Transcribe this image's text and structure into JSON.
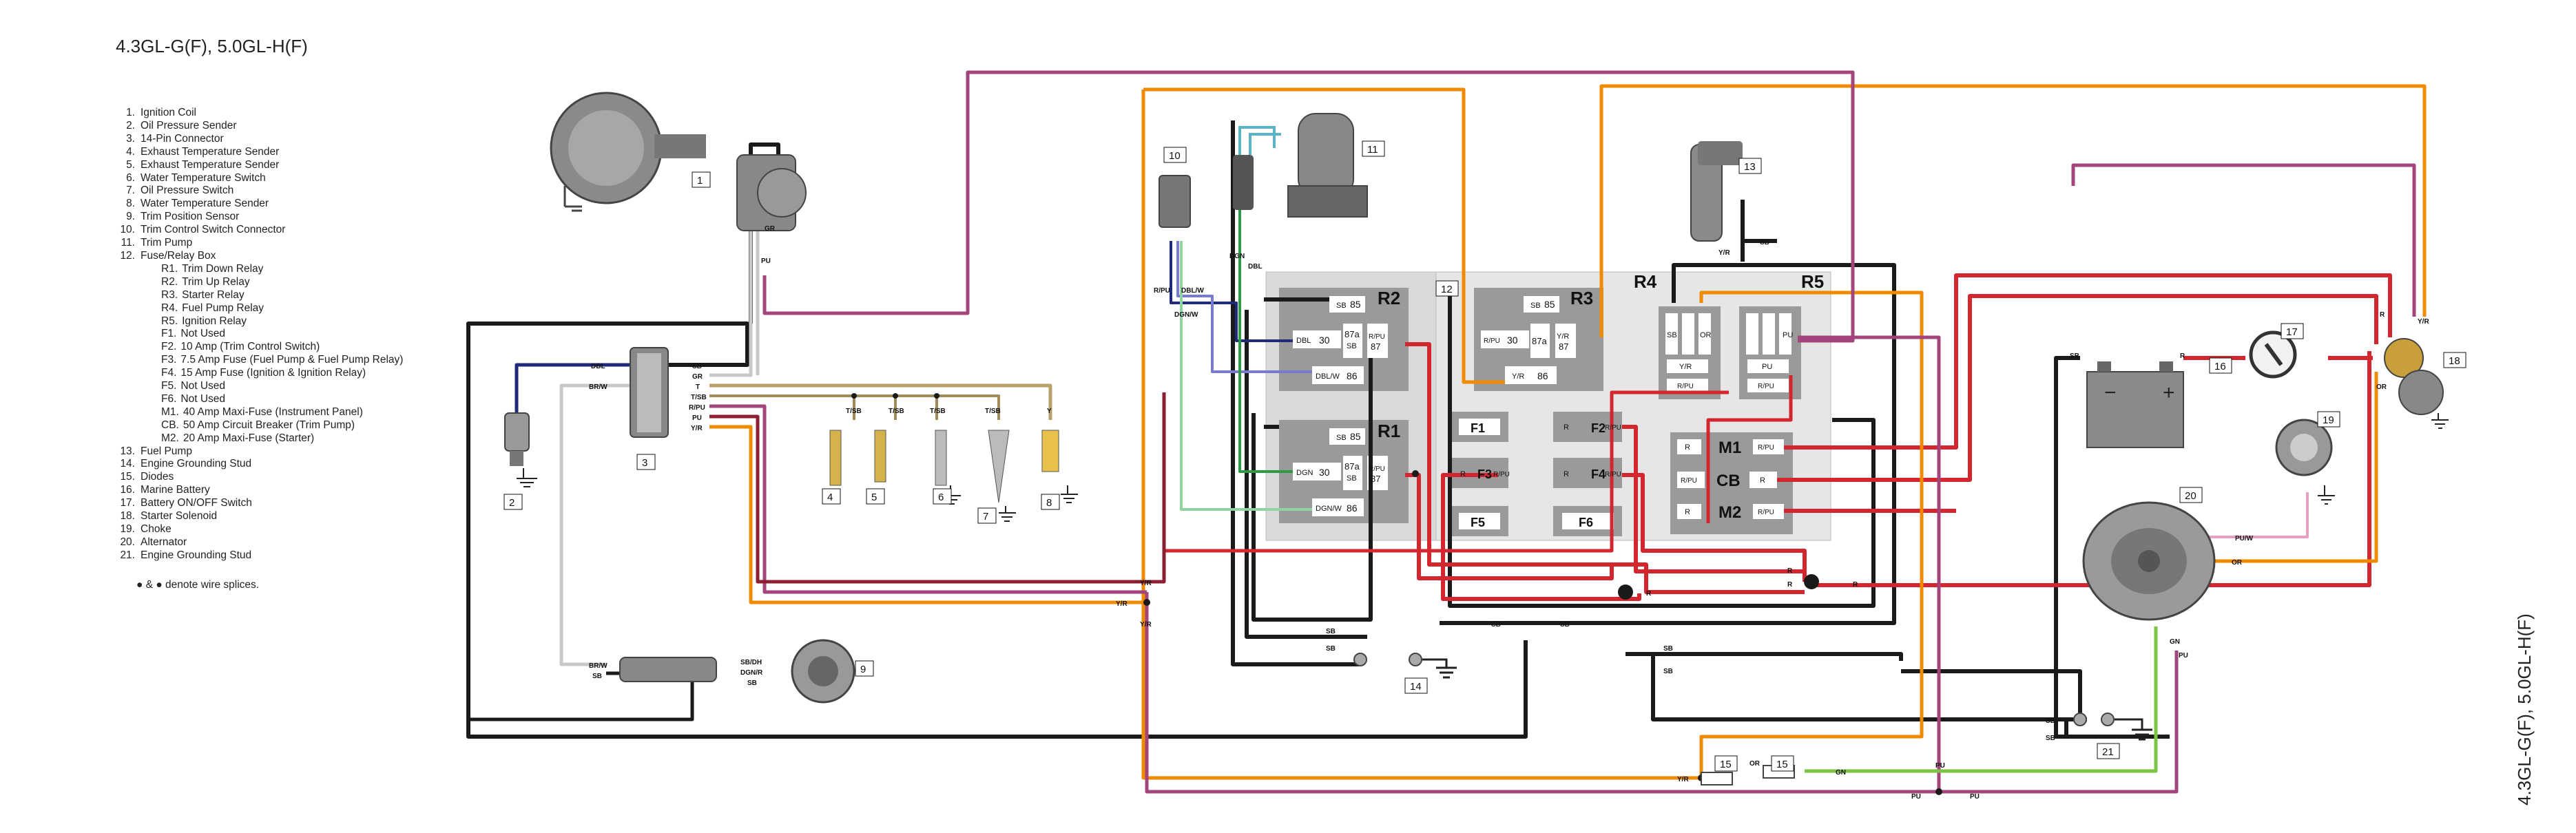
{
  "title": "4.3GL-G(F), 5.0GL-H(F)",
  "legend": [
    {
      "num": "1.",
      "label": "Ignition Coil"
    },
    {
      "num": "2.",
      "label": "Oil Pressure Sender"
    },
    {
      "num": "3.",
      "label": "14-Pin Connector"
    },
    {
      "num": "4.",
      "label": "Exhaust Temperature Sender"
    },
    {
      "num": "5.",
      "label": "Exhaust Temperature Sender"
    },
    {
      "num": "6.",
      "label": "Water Temperature Switch"
    },
    {
      "num": "7.",
      "label": "Oil Pressure Switch"
    },
    {
      "num": "8.",
      "label": "Water Temperature Sender"
    },
    {
      "num": "9.",
      "label": "Trim Position Sensor"
    },
    {
      "num": "10.",
      "label": "Trim Control Switch Connector"
    },
    {
      "num": "11.",
      "label": "Trim Pump"
    },
    {
      "num": "12.",
      "label": "Fuse/Relay Box"
    },
    {
      "num": "R1.",
      "label": "Trim Down Relay",
      "sub": true
    },
    {
      "num": "R2.",
      "label": "Trim Up Relay",
      "sub": true
    },
    {
      "num": "R3.",
      "label": "Starter Relay",
      "sub": true
    },
    {
      "num": "R4.",
      "label": "Fuel Pump Relay",
      "sub": true
    },
    {
      "num": "R5.",
      "label": "Ignition Relay",
      "sub": true
    },
    {
      "num": "F1.",
      "label": "Not Used",
      "sub": true
    },
    {
      "num": "F2.",
      "label": "10 Amp (Trim Control Switch)",
      "sub": true
    },
    {
      "num": "F3.",
      "label": "7.5 Amp Fuse (Fuel Pump & Fuel Pump Relay)",
      "sub": true
    },
    {
      "num": "F4.",
      "label": "15 Amp Fuse (Ignition & Ignition Relay)",
      "sub": true
    },
    {
      "num": "F5.",
      "label": "Not Used",
      "sub": true
    },
    {
      "num": "F6.",
      "label": "Not Used",
      "sub": true
    },
    {
      "num": "M1.",
      "label": "40 Amp Maxi-Fuse (Instrument Panel)",
      "sub": true
    },
    {
      "num": "CB.",
      "label": "50 Amp Circuit Breaker (Trim Pump)",
      "sub": true
    },
    {
      "num": "M2.",
      "label": "20 Amp Maxi-Fuse (Starter)",
      "sub": true
    },
    {
      "num": "13.",
      "label": "Fuel Pump"
    },
    {
      "num": "14.",
      "label": "Engine Grounding Stud"
    },
    {
      "num": "15.",
      "label": "Diodes"
    },
    {
      "num": "16.",
      "label": "Marine Battery"
    },
    {
      "num": "17.",
      "label": "Battery ON/OFF Switch"
    },
    {
      "num": "18.",
      "label": "Starter Solenoid"
    },
    {
      "num": "19.",
      "label": "Choke"
    },
    {
      "num": "20.",
      "label": "Alternator"
    },
    {
      "num": "21.",
      "label": "Engine Grounding Stud"
    }
  ],
  "splice_note": "● & ● denote wire splices.",
  "components": {
    "c1": "1",
    "c2": "2",
    "c3": "3",
    "c4": "4",
    "c5": "5",
    "c6": "6",
    "c7": "7",
    "c8": "8",
    "c9": "9",
    "c10": "10",
    "c11": "11",
    "c12": "12",
    "c13": "13",
    "c14": "14",
    "c15a": "15",
    "c15b": "15",
    "c16": "16",
    "c17": "17",
    "c18": "18",
    "c19": "19",
    "c20": "20",
    "c21": "21"
  },
  "relays": {
    "r1": "R1",
    "r2": "R2",
    "r3": "R3",
    "r4": "R4",
    "r5": "R5",
    "f1": "F1",
    "f2": "F2",
    "f3": "F3",
    "f4": "F4",
    "f5": "F5",
    "f6": "F6",
    "m1": "M1",
    "cb": "CB",
    "m2": "M2",
    "p85": "85",
    "p30": "30",
    "p87a": "87a",
    "p87": "87",
    "p86": "86",
    "sb": "SB",
    "dbl": "DBL",
    "dbl_w": "DBL/W",
    "dgn": "DGN",
    "dgn_w": "DGN/W",
    "r_pu": "R/PU",
    "y_r": "Y/R",
    "r": "R",
    "pu": "PU"
  },
  "wire_labels": {
    "dbl": "DBL",
    "sb": "SB",
    "gr": "GR",
    "t": "T",
    "br_w": "BR/W",
    "t_sb": "T/SB",
    "r_pu": "R/PU",
    "pu": "PU",
    "y_r": "Y/R",
    "sb_dh": "SB/DH",
    "dgn_r": "DGN/R",
    "dgn": "DGN",
    "dgn_w": "DGN/W",
    "dbl_w": "DBL/W",
    "r": "R",
    "or": "OR",
    "gn": "GN",
    "pu_w": "PU/W",
    "y": "Y"
  },
  "colors": {
    "black": "#1a1a1a",
    "red": "#d3262f",
    "orange": "#f08a00",
    "purple": "#a3447c",
    "tan": "#b8a06a",
    "darkblue": "#1f2a7a",
    "grey": "#bdbdbd",
    "green": "#2e9a46",
    "lightgreen": "#7cc243",
    "pink": "#e5a0c4",
    "gold": "#e0a020"
  }
}
